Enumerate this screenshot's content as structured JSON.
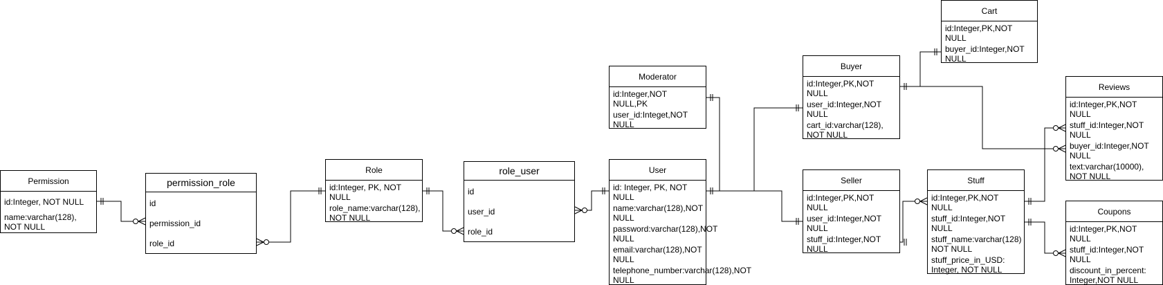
{
  "entities": {
    "permission": {
      "title": "Permission",
      "fields": [
        "id:Integer, NOT NULL",
        "name:varchar(128), NOT NULL"
      ]
    },
    "permission_role": {
      "title": "permission_role",
      "fields": [
        "id",
        "permission_id",
        "role_id"
      ]
    },
    "role": {
      "title": "Role",
      "fields": [
        "id:Integer, PK, NOT NULL",
        "role_name:varchar(128), NOT NULL"
      ]
    },
    "role_user": {
      "title": "role_user",
      "fields": [
        "id",
        "user_id",
        "role_id"
      ]
    },
    "user": {
      "title": "User",
      "fields": [
        "id: Integer, PK, NOT NULL",
        "name:varchar(128),NOT NULL",
        "password:varchar(128),NOT NULL",
        "email:varchar(128),NOT NULL",
        "telephone_number:varchar(128),NOT NULL"
      ]
    },
    "moderator": {
      "title": "Moderator",
      "fields": [
        "id:Integer,NOT NULL,PK",
        "user_id:Integet,NOT NULL"
      ]
    },
    "buyer": {
      "title": "Buyer",
      "fields": [
        "id:Integer,PK,NOT NULL",
        "user_id:Integer,NOT NULL",
        "cart_id:varchar(128), NOT NULL"
      ]
    },
    "cart": {
      "title": "Cart",
      "fields": [
        "id:Integer,PK,NOT NULL",
        "buyer_id:Integer,NOT NULL"
      ]
    },
    "seller": {
      "title": "Seller",
      "fields": [
        "id:Integer,PK,NOT NULL",
        "user_id:Integer,NOT NULL",
        "stuff_id:Integer,NOT NULL"
      ]
    },
    "stuff": {
      "title": "Stuff",
      "fields": [
        "id:Integer,PK,NOT NULL",
        "stuff_id:Integer,NOT NULL",
        "stuff_name:varchar(128) NOT NULL",
        "stuff_price_in_USD: Integer, NOT NULL"
      ]
    },
    "reviews": {
      "title": "Reviews",
      "fields": [
        "id:Integer,PK,NOT NULL",
        "stuff_id:Integer,NOT NULL",
        "buyer_id:Integer,NOT NULL",
        "text:varchar(10000), NOT NULL"
      ]
    },
    "coupons": {
      "title": "Coupons",
      "fields": [
        "id:Integer,PK,NOT NULL",
        "stuff_id:Integer,NOT NULL",
        "discount_in_percent: Integer,NOT NULL"
      ]
    }
  },
  "colors": {
    "line": "#000000",
    "background": "#ffffff"
  }
}
